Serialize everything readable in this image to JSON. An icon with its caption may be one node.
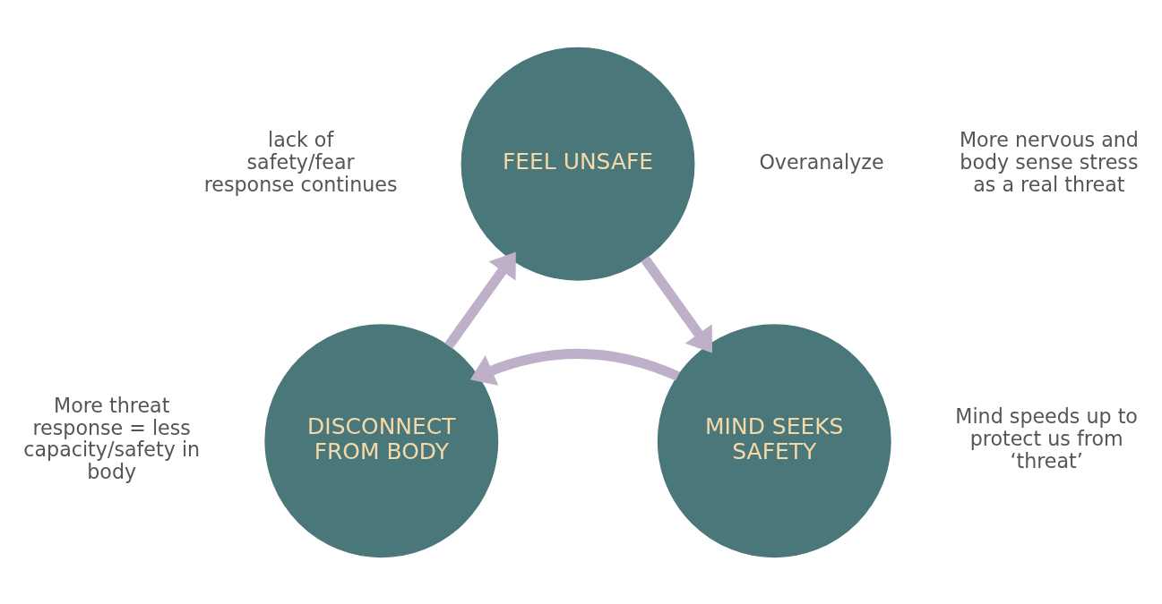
{
  "diagram": {
    "nodes": [
      {
        "text": [
          "FEEL UNSAFE"
        ]
      },
      {
        "text": [
          "MIND SEEKS SAFETY"
        ]
      },
      {
        "text": [
          "DISCONNECT FROM BODY"
        ]
      }
    ],
    "edges": [
      {
        "from": 0,
        "to": 1,
        "arrow": "to"
      },
      {
        "from": 1,
        "to": 2,
        "arrow": "to"
      },
      {
        "from": 2,
        "to": 0,
        "arrow": "to"
      }
    ],
    "labels": [
      "lack of safety/fear response continues",
      "Overanalyze",
      "More nervous and body sense stress as a real threat",
      "Mind speeds up to protect us from ‘threat’",
      "More threat response = less capacity/safety in body"
    ]
  }
}
